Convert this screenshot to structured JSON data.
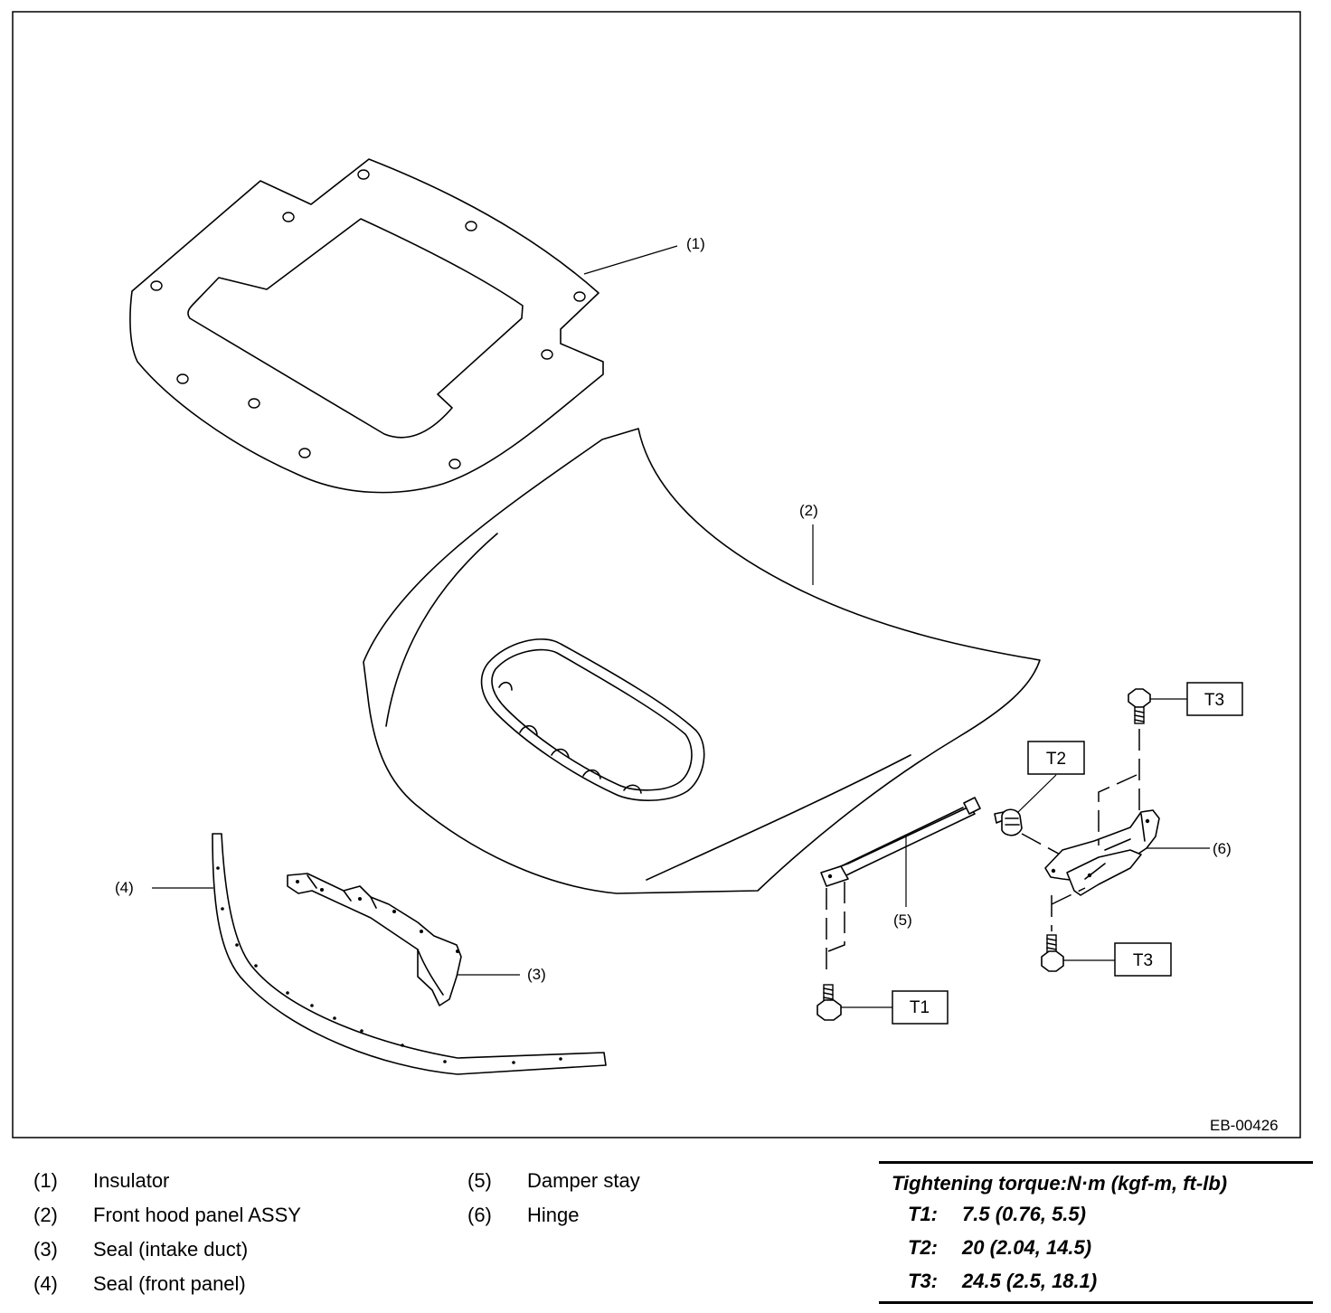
{
  "diagram": {
    "code": "EB-00426",
    "callouts": {
      "c1": "(1)",
      "c2": "(2)",
      "c3": "(3)",
      "c4": "(4)",
      "c5": "(5)",
      "c6": "(6)"
    },
    "torque_boxes": {
      "t1": "T1",
      "t2": "T2",
      "t3_top": "T3",
      "t3_bottom": "T3"
    }
  },
  "legend": {
    "left": [
      {
        "num": "(1)",
        "label": "Insulator"
      },
      {
        "num": "(2)",
        "label": "Front hood panel ASSY"
      },
      {
        "num": "(3)",
        "label": "Seal (intake duct)"
      },
      {
        "num": "(4)",
        "label": "Seal (front panel)"
      }
    ],
    "middle": [
      {
        "num": "(5)",
        "label": "Damper stay"
      },
      {
        "num": "(6)",
        "label": "Hinge"
      }
    ]
  },
  "torque_table": {
    "title": "Tightening torque:N·m (kgf-m, ft-lb)",
    "rows": [
      {
        "key": "T1:",
        "value": "7.5 (0.76, 5.5)"
      },
      {
        "key": "T2:",
        "value": "20 (2.04, 14.5)"
      },
      {
        "key": "T3:",
        "value": "24.5 (2.5, 18.1)"
      }
    ]
  }
}
